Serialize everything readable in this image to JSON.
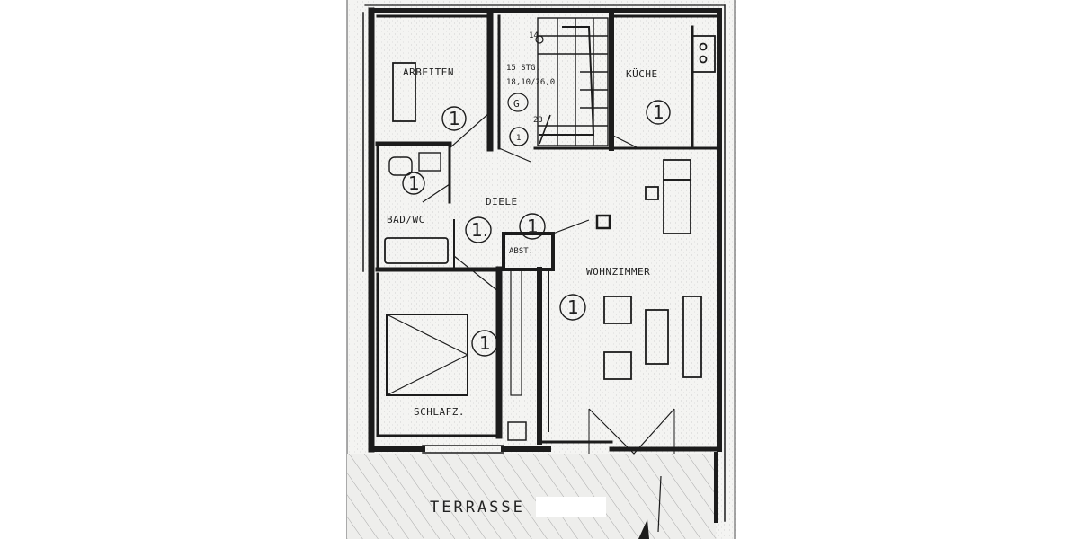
{
  "rooms": {
    "arbeiten": "ARBEITEN",
    "kueche": "KÜCHE",
    "diele": "DIELE",
    "bad": "BAD/WC",
    "abst": "ABST.",
    "wohnzimmer": "WOHNZIMMER",
    "schlafen": "SCHLAFZ.",
    "terrasse": "TERRASSE"
  },
  "stairs": {
    "steps": "15 STG.",
    "ratio": "18,10/26,0",
    "top_step": "14",
    "bottom_step": "23",
    "marker": "G"
  },
  "markers": {
    "arbeiten": "1",
    "kueche": "1",
    "stairs": "1",
    "bad": "1",
    "diele_left": "1.",
    "diele_right": "1",
    "wohnzimmer": "1",
    "schlafen": "1"
  },
  "colors": {
    "paper": "#f2f2f0",
    "ink": "#1c1c1c",
    "stipple": "#bdbdbd"
  }
}
